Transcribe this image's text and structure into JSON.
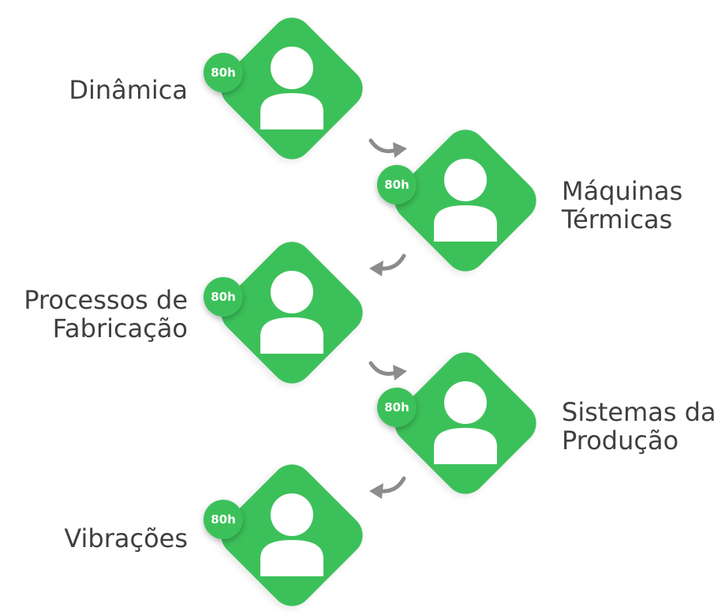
{
  "colors": {
    "node": "#3cc15a",
    "arrow": "#8c8c8c",
    "text": "#3f3f3f",
    "icon": "#ffffff"
  },
  "steps": [
    {
      "label": "Dinâmica",
      "hours": "80h",
      "icon": "person-icon"
    },
    {
      "label": "Máquinas Térmicas",
      "hours": "80h",
      "icon": "person-icon"
    },
    {
      "label": "Processos de Fabricação",
      "hours": "80h",
      "icon": "person-icon"
    },
    {
      "label": "Sistemas da Produção",
      "hours": "80h",
      "icon": "person-icon"
    },
    {
      "label": "Vibrações",
      "hours": "80h",
      "icon": "person-icon"
    }
  ]
}
